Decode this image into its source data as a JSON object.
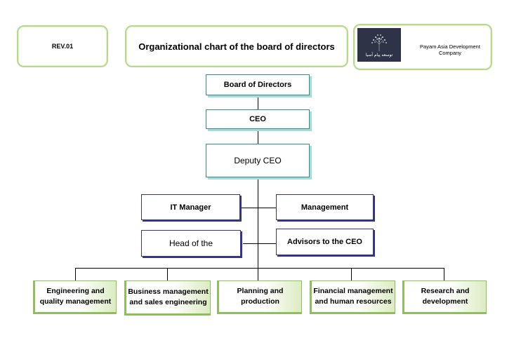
{
  "header": {
    "revision": "REV.01",
    "title": "Organizational chart of the board of directors",
    "company_name": "Payam Asia Development Company",
    "logo_text": "توسعه پیام آسیا"
  },
  "chart": {
    "board": "Board of Directors",
    "ceo": "CEO",
    "deputy": "Deputy CEO",
    "it_manager": "IT Manager",
    "management": "Management",
    "head_of": "Head of the",
    "advisors": "Advisors to the CEO",
    "departments": [
      "Engineering and quality management",
      "Business management and sales engineering",
      "Planning and production",
      "Financial management and human resources",
      "Research and development"
    ]
  },
  "colors": {
    "header_border": "#b7d98a",
    "teal_border": "#2e8f8f",
    "teal_shadow": "#a7dadb",
    "navy_border": "#34348a",
    "dept_border": "#8cc05b",
    "logo_bg": "#2f3347"
  }
}
